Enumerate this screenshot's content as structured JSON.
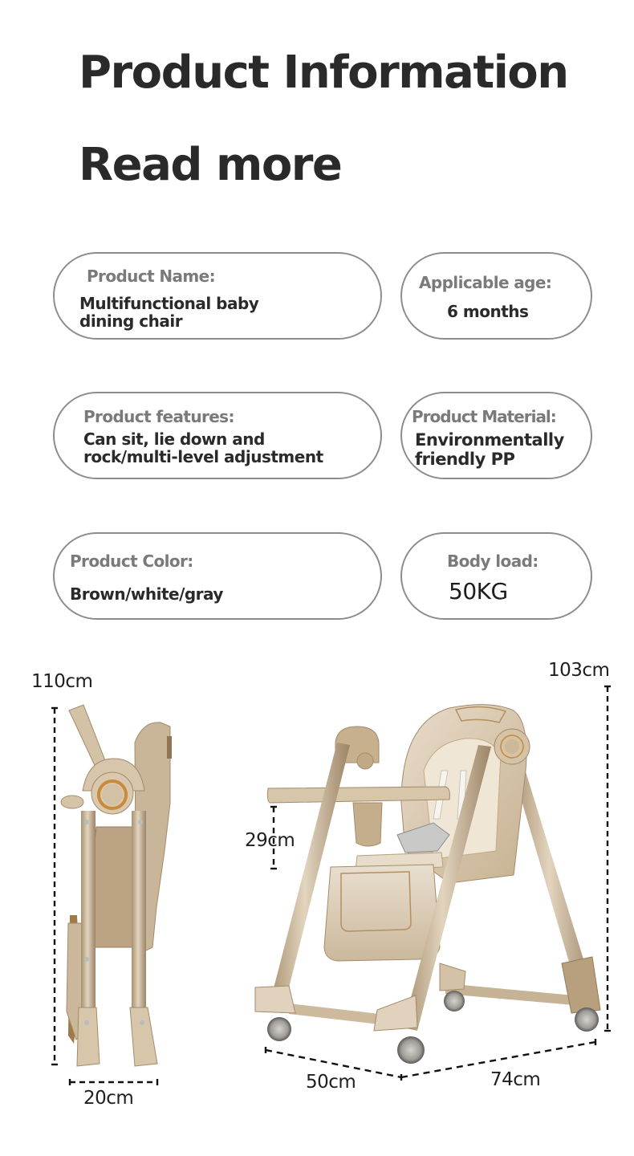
{
  "header": {
    "title": "Product Information",
    "subtitle": "Read more"
  },
  "specs": [
    {
      "label": "Product Name:",
      "value": "Multifunctional baby\ndining chair"
    },
    {
      "label": "Applicable age:",
      "value": "6 months"
    },
    {
      "label": "Product features:",
      "value": "Can sit, lie down and\nrock/multi-level adjustment"
    },
    {
      "label": "Product Material:",
      "value": "Environmentally\nfriendly PP"
    },
    {
      "label": "Product Color:",
      "value": "Brown/white/gray"
    },
    {
      "label": "Body load:",
      "value": "50KG"
    }
  ],
  "dimensions": {
    "folded_height": "110cm",
    "folded_width": "20cm",
    "unfolded_height": "103cm",
    "tray_height": "29cm",
    "width": "50cm",
    "depth": "74cm"
  },
  "colors": {
    "chair_body": "#c8b49a",
    "chair_light": "#e8dcc8",
    "chair_dark": "#a58c6e",
    "accent_orange": "#c98a3a",
    "pill_border": "#8c8c8c",
    "label_gray": "#7a7a7a",
    "text_dark": "#2a2a2a"
  }
}
